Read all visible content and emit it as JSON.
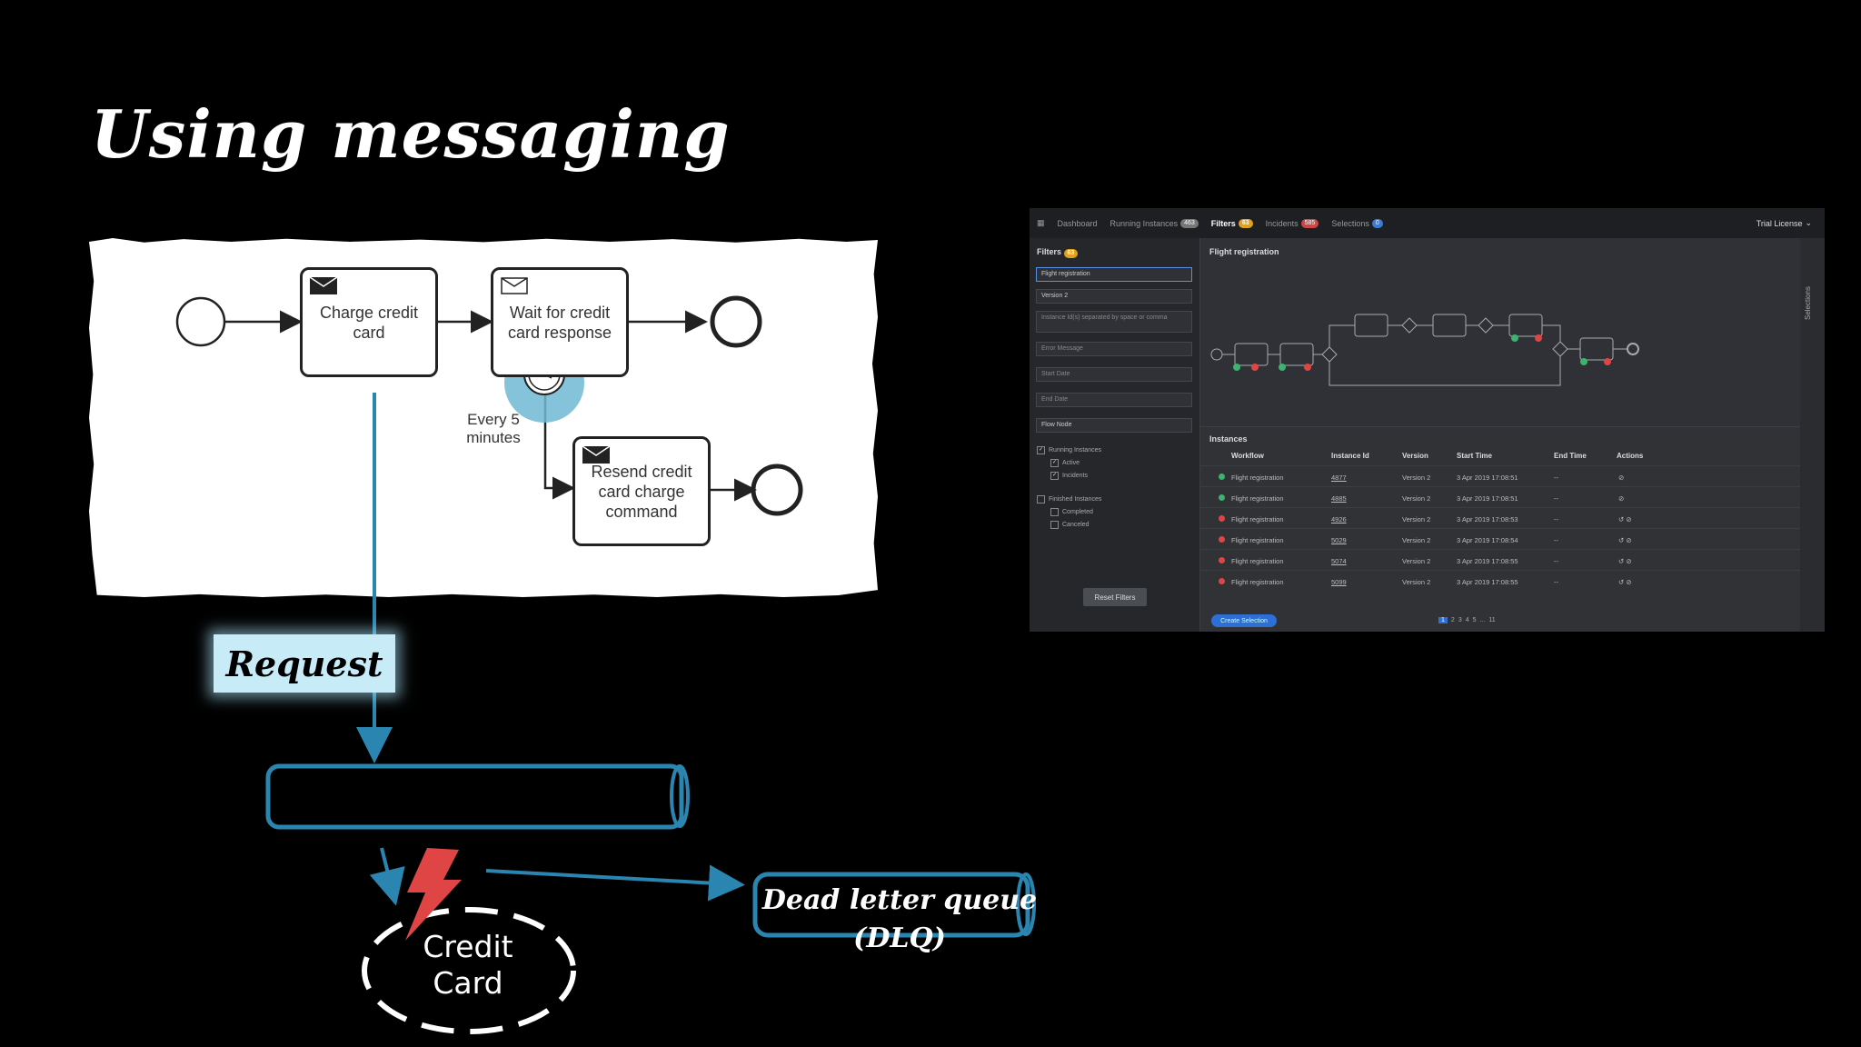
{
  "slide": {
    "title": "Using messaging",
    "request_label": "Request",
    "credit_card_line1": "Credit",
    "credit_card_line2": "Card",
    "dlq_line1": "Dead letter queue",
    "dlq_line2": "(DLQ)"
  },
  "bpmn": {
    "task_charge": "Charge credit card",
    "task_wait": "Wait for credit card response",
    "timer_label_line1": "Every 5",
    "timer_label_line2": "minutes",
    "task_resend": "Resend credit card charge command"
  },
  "colors": {
    "arrow_blue": "#2a86b0",
    "lightning_red": "#e04545",
    "request_bg": "#c8ecf7",
    "timer_blue": "#6fb9d3"
  },
  "app": {
    "nav": {
      "dashboard": "Dashboard",
      "running": "Running Instances",
      "running_count": "463",
      "filters": "Filters",
      "filters_count": "63",
      "incidents": "Incidents",
      "incidents_count": "585",
      "selections": "Selections",
      "selections_count": "0",
      "license": "Trial License"
    },
    "filters": {
      "heading": "Filters",
      "heading_count": "63",
      "workflow": "Flight registration",
      "version": "Version 2",
      "instance_ids": "Instance Id(s) separated by space or comma",
      "error_message": "Error Message",
      "start_date": "Start Date",
      "end_date": "End Date",
      "flow_node": "Flow Node",
      "running_instances": "Running Instances",
      "active": "Active",
      "incidents": "Incidents",
      "finished_instances": "Finished Instances",
      "completed": "Completed",
      "canceled": "Canceled",
      "reset": "Reset Filters"
    },
    "diagram_title": "Flight registration",
    "rail_label": "Selections",
    "instances": {
      "heading": "Instances",
      "col_workflow": "Workflow",
      "col_id": "Instance Id",
      "col_version": "Version",
      "col_start": "Start Time",
      "col_end": "End Time",
      "col_actions": "Actions",
      "rows": [
        {
          "workflow": "Flight registration",
          "id": "4877",
          "version": "Version 2",
          "start": "3 Apr 2019 17:08:51",
          "end": "--",
          "state": "active"
        },
        {
          "workflow": "Flight registration",
          "id": "4885",
          "version": "Version 2",
          "start": "3 Apr 2019 17:08:51",
          "end": "--",
          "state": "active"
        },
        {
          "workflow": "Flight registration",
          "id": "4926",
          "version": "Version 2",
          "start": "3 Apr 2019 17:08:53",
          "end": "--",
          "state": "incident"
        },
        {
          "workflow": "Flight registration",
          "id": "5029",
          "version": "Version 2",
          "start": "3 Apr 2019 17:08:54",
          "end": "--",
          "state": "incident"
        },
        {
          "workflow": "Flight registration",
          "id": "5074",
          "version": "Version 2",
          "start": "3 Apr 2019 17:08:55",
          "end": "--",
          "state": "incident"
        },
        {
          "workflow": "Flight registration",
          "id": "5099",
          "version": "Version 2",
          "start": "3 Apr 2019 17:08:55",
          "end": "--",
          "state": "incident"
        }
      ]
    },
    "create_selection": "Create Selection",
    "pager": [
      "1",
      "2",
      "3",
      "4",
      "5",
      "...",
      "11"
    ]
  }
}
